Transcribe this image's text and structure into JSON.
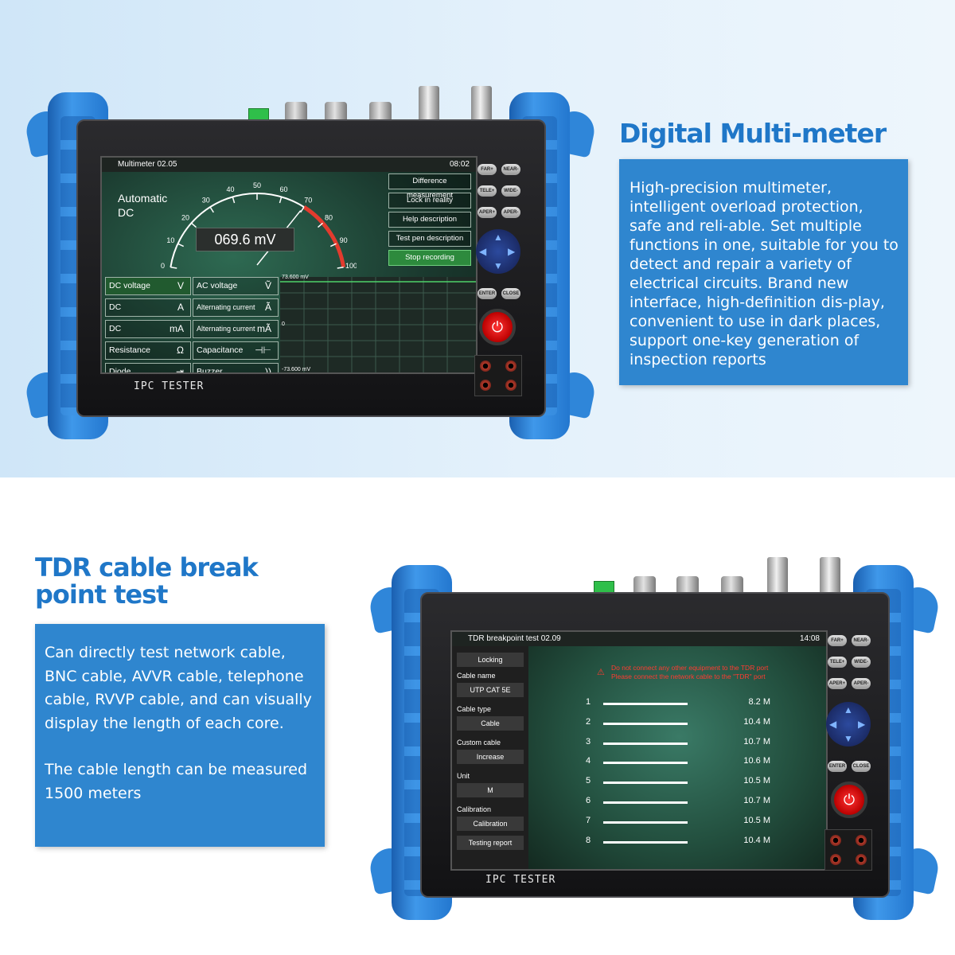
{
  "section1": {
    "heading": "Digital Multi-meter",
    "description": "High-precision multimeter, intelligent overload protection, safe and reli-able. Set multiple functions in one, suitable for you to detect and repair a variety of electrical circuits. Brand new interface, high-definition dis-play, convenient to use in dark places, support one-key generation of inspection reports"
  },
  "section2": {
    "heading_line1": "TDR cable break",
    "heading_line2": "point test",
    "description_p1": "Can directly test network cable, BNC cable, AVVR cable, telephone cable, RVVP cable, and can visually display the length of each core.",
    "description_p2": "The cable length can be measured 1500 meters"
  },
  "device": {
    "label": "IPC TESTER",
    "buttons": [
      "FAR+",
      "NEAR-",
      "TELE+",
      "WIDE-",
      "APER+",
      "APER-",
      "ENTER",
      "CLOSE"
    ]
  },
  "multimeter": {
    "title": "Multimeter 02.05",
    "time": "08:02",
    "mode_line1": "Automatic",
    "mode_line2": "DC",
    "reading": "069.6 mV",
    "gauge_ticks": [
      "0",
      "10",
      "20",
      "30",
      "40",
      "50",
      "60",
      "70",
      "80",
      "90",
      "100"
    ],
    "menu": [
      "Difference measurement",
      "Lock in reality",
      "Help description",
      "Test pen description",
      "Stop recording"
    ],
    "functions": [
      {
        "label": "DC voltage",
        "symbol": "V"
      },
      {
        "label": "AC voltage",
        "symbol": "Ṽ"
      },
      {
        "label": "DC",
        "symbol": "A"
      },
      {
        "label": "Alternating current",
        "symbol": "Ã"
      },
      {
        "label": "DC",
        "symbol": "mA"
      },
      {
        "label": "Alternating current",
        "symbol": "mÃ"
      },
      {
        "label": "Resistance",
        "symbol": "Ω"
      },
      {
        "label": "Capacitance",
        "symbol": "⊣⊢"
      },
      {
        "label": "Diode",
        "symbol": "⇥"
      },
      {
        "label": "Buzzer",
        "symbol": "))"
      }
    ],
    "graph_top": "73.600 mV",
    "graph_zero": "0",
    "graph_bottom": "-73.600 mV"
  },
  "tdr": {
    "title": "TDR breakpoint test 02.09",
    "time": "14:08",
    "warning_line1": "Do not connect any other equipment to the TDR port",
    "warning_line2": "Please connect the network cable to the \"TDR\" port",
    "side": {
      "locking": "Locking",
      "cable_name_label": "Cable name",
      "cable_name": "UTP CAT 5E",
      "cable_type_label": "Cable type",
      "cable_type": "Cable",
      "custom_cable_label": "Custom cable",
      "custom_cable": "Increase",
      "unit_label": "Unit",
      "unit": "M",
      "calibration_label": "Calibration",
      "calibration": "Calibration",
      "testing_report": "Testing report"
    },
    "cores": [
      {
        "num": "1",
        "length": "8.2 M"
      },
      {
        "num": "2",
        "length": "10.4 M"
      },
      {
        "num": "3",
        "length": "10.7 M"
      },
      {
        "num": "4",
        "length": "10.6 M"
      },
      {
        "num": "5",
        "length": "10.5 M"
      },
      {
        "num": "6",
        "length": "10.7 M"
      },
      {
        "num": "7",
        "length": "10.5 M"
      },
      {
        "num": "8",
        "length": "10.4 M"
      }
    ]
  }
}
